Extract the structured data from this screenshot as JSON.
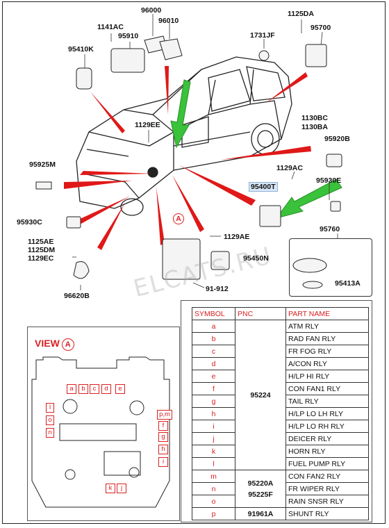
{
  "labels": {
    "p96000": "96000",
    "p96010": "96010",
    "p1141AC": "1141AC",
    "p95910": "95910",
    "p95410K": "95410K",
    "p1731JF": "1731JF",
    "p1125DA": "1125DA",
    "p95700": "95700",
    "p1129EE": "1129EE",
    "p1130BC": "1130BC",
    "p1130BA": "1130BA",
    "p95920B": "95920B",
    "p95925M": "95925M",
    "p1129AC": "1129AC",
    "p95400T": "95400T",
    "p95930E": "95930E",
    "p95930C": "95930C",
    "p95760": "95760",
    "p1129AE": "1129AE",
    "p1125AE": "1125AE",
    "p1125DM": "1125DM",
    "p1129EC": "1129EC",
    "p95450N": "95450N",
    "p95413A": "95413A",
    "p96620B": "96620B",
    "p91912": "91-912",
    "callout_a": "A"
  },
  "watermark": "ELCATS.RU",
  "view": {
    "title": "VIEW",
    "marker": "A"
  },
  "fuse_letters": {
    "a": "a",
    "b": "b",
    "c": "c",
    "d": "d",
    "e": "e",
    "f": "f",
    "g": "g",
    "h": "h",
    "i": "i",
    "j": "j",
    "k": "k",
    "l": "l",
    "o": "o",
    "n": "n",
    "pm": "p,m"
  },
  "table": {
    "headers": {
      "symbol": "SYMBOL",
      "pnc": "PNC",
      "part": "PART NAME"
    },
    "rows": [
      {
        "symbol": "a",
        "part": "ATM RLY"
      },
      {
        "symbol": "b",
        "part": "RAD FAN RLY"
      },
      {
        "symbol": "c",
        "part": "FR FOG RLY"
      },
      {
        "symbol": "d",
        "part": "A/CON RLY"
      },
      {
        "symbol": "e",
        "part": "H/LP HI RLY"
      },
      {
        "symbol": "f",
        "part": "CON FAN1 RLY"
      },
      {
        "symbol": "g",
        "part": "TAIL RLY"
      },
      {
        "symbol": "h",
        "part": "H/LP LO LH RLY"
      },
      {
        "symbol": "i",
        "part": "H/LP LO RH RLY"
      },
      {
        "symbol": "j",
        "part": "DEICER RLY"
      },
      {
        "symbol": "k",
        "part": "HORN RLY"
      },
      {
        "symbol": "l",
        "part": "FUEL PUMP RLY"
      },
      {
        "symbol": "m",
        "part": "CON FAN2 RLY"
      },
      {
        "symbol": "n",
        "part": "FR WIPER RLY"
      },
      {
        "symbol": "o",
        "part": "RAIN SNSR RLY"
      },
      {
        "symbol": "p",
        "part": "SHUNT RLY"
      }
    ],
    "pnc_groups": [
      {
        "rows": 12,
        "pnc": [
          "95224"
        ]
      },
      {
        "rows": 3,
        "pnc": [
          "95220A",
          "95225F"
        ]
      },
      {
        "rows": 1,
        "pnc": [
          "91961A"
        ]
      }
    ]
  },
  "colors": {
    "accent_red": "#d92020",
    "arrow_green": "#3ac23a"
  }
}
